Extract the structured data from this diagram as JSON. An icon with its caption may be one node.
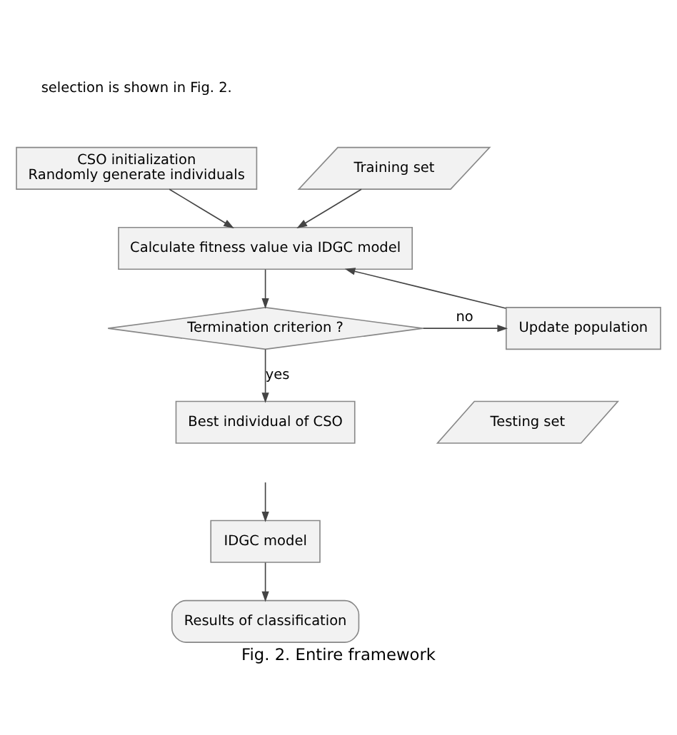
{
  "diagram": {
    "caption": "Fig. 2. Entire framework",
    "nodes": [
      {
        "text": [
          "CSO initialization",
          "Randomly generate individuals"
        ]
      },
      {
        "text": [
          "Training set"
        ]
      },
      {
        "text": [
          "Calculate fitness value via IDGC model"
        ]
      },
      {
        "text": [
          "Termination criterion ?"
        ]
      },
      {
        "text": [
          "Update population"
        ]
      },
      {
        "text": [
          "Best individual of CSO"
        ]
      },
      {
        "text": [
          "Testing set"
        ]
      },
      {
        "text": [
          "IDGC model"
        ]
      },
      {
        "text": [
          "Results of classification"
        ]
      }
    ],
    "edges": [
      {
        "from": 0,
        "to": 2,
        "arrow": "to"
      },
      {
        "from": 1,
        "to": 2,
        "arrow": "to"
      },
      {
        "from": 2,
        "to": 3,
        "arrow": "to"
      },
      {
        "from": 3,
        "to": 4,
        "arrow": "to",
        "label": "no"
      },
      {
        "from": 4,
        "to": 2,
        "arrow": "to"
      },
      {
        "from": 3,
        "to": 5,
        "arrow": "to",
        "label": "yes"
      },
      {
        "from": null,
        "to": 7,
        "arrow": "to"
      },
      {
        "from": 7,
        "to": 8,
        "arrow": "to"
      }
    ],
    "labels": [
      "selection is shown in Fig. 2."
    ]
  }
}
